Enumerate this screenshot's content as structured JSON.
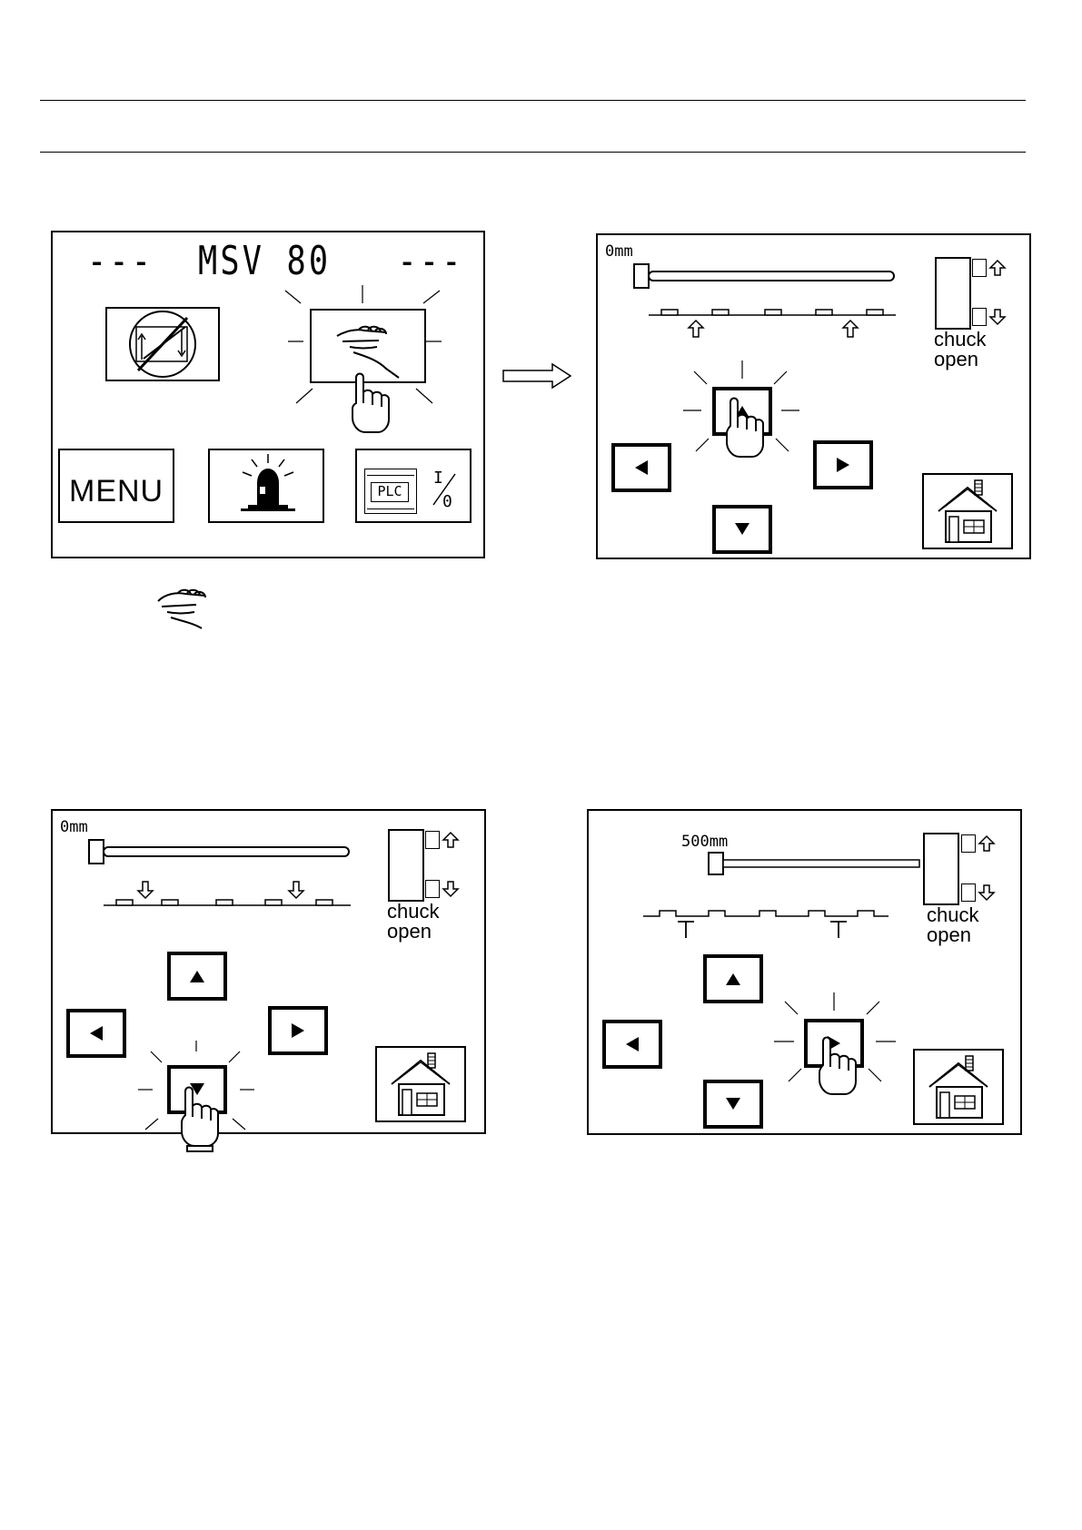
{
  "panel1": {
    "title": "---  MSV 80   ---",
    "menu_label": "MENU",
    "plc_label": "PLC",
    "io_top": "I",
    "io_bottom": "0"
  },
  "panel2": {
    "position": "0mm",
    "chuck_line1": "chuck",
    "chuck_line2": "open"
  },
  "panel3": {
    "position": "0mm",
    "chuck_line1": "chuck",
    "chuck_line2": "open"
  },
  "panel4": {
    "position": "500mm",
    "chuck_line1": "chuck",
    "chuck_line2": "open"
  },
  "icons": {
    "manual_mode": "hand-icon",
    "pointer": "pointing-finger-icon",
    "home": "house-icon",
    "alarm": "alarm-beacon-icon",
    "auto_mode": "auto-cycle-icon",
    "transition": "right-arrow-icon"
  }
}
